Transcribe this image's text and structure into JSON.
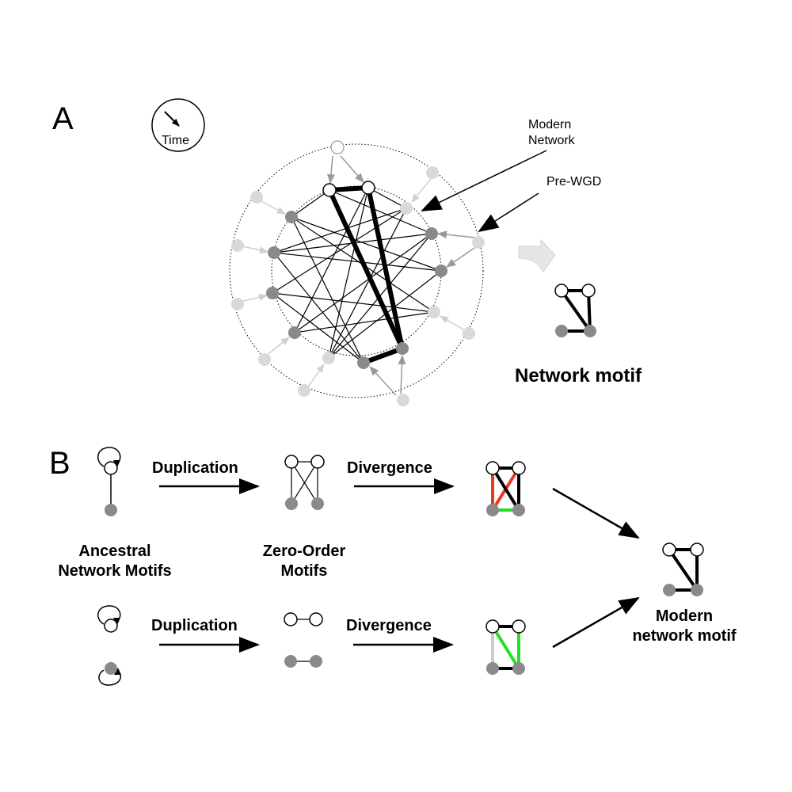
{
  "panel_a": {
    "label": "A",
    "time_label": "Time",
    "modern_network_label": [
      "Modern",
      "Network"
    ],
    "pre_wgd_label": "Pre-WGD",
    "network_motif_title": "Network motif"
  },
  "panel_b": {
    "label": "B",
    "duplication_label": "Duplication",
    "divergence_label": "Divergence",
    "ancestral_label": [
      "Ancestral",
      "Network Motifs"
    ],
    "zero_order_label": [
      "Zero-Order",
      "Motifs"
    ],
    "modern_motif_label": [
      "Modern",
      "network motif"
    ]
  },
  "colors": {
    "node_white": "#ffffff",
    "node_dark": "#8a8a8a",
    "node_light": "#d9d9d9",
    "edge_red": "#e83a1c",
    "edge_green": "#22e022",
    "edge_gray": "#cccccc",
    "arrow_gray": "#999999",
    "arrow_light": "#cfcfcf"
  }
}
